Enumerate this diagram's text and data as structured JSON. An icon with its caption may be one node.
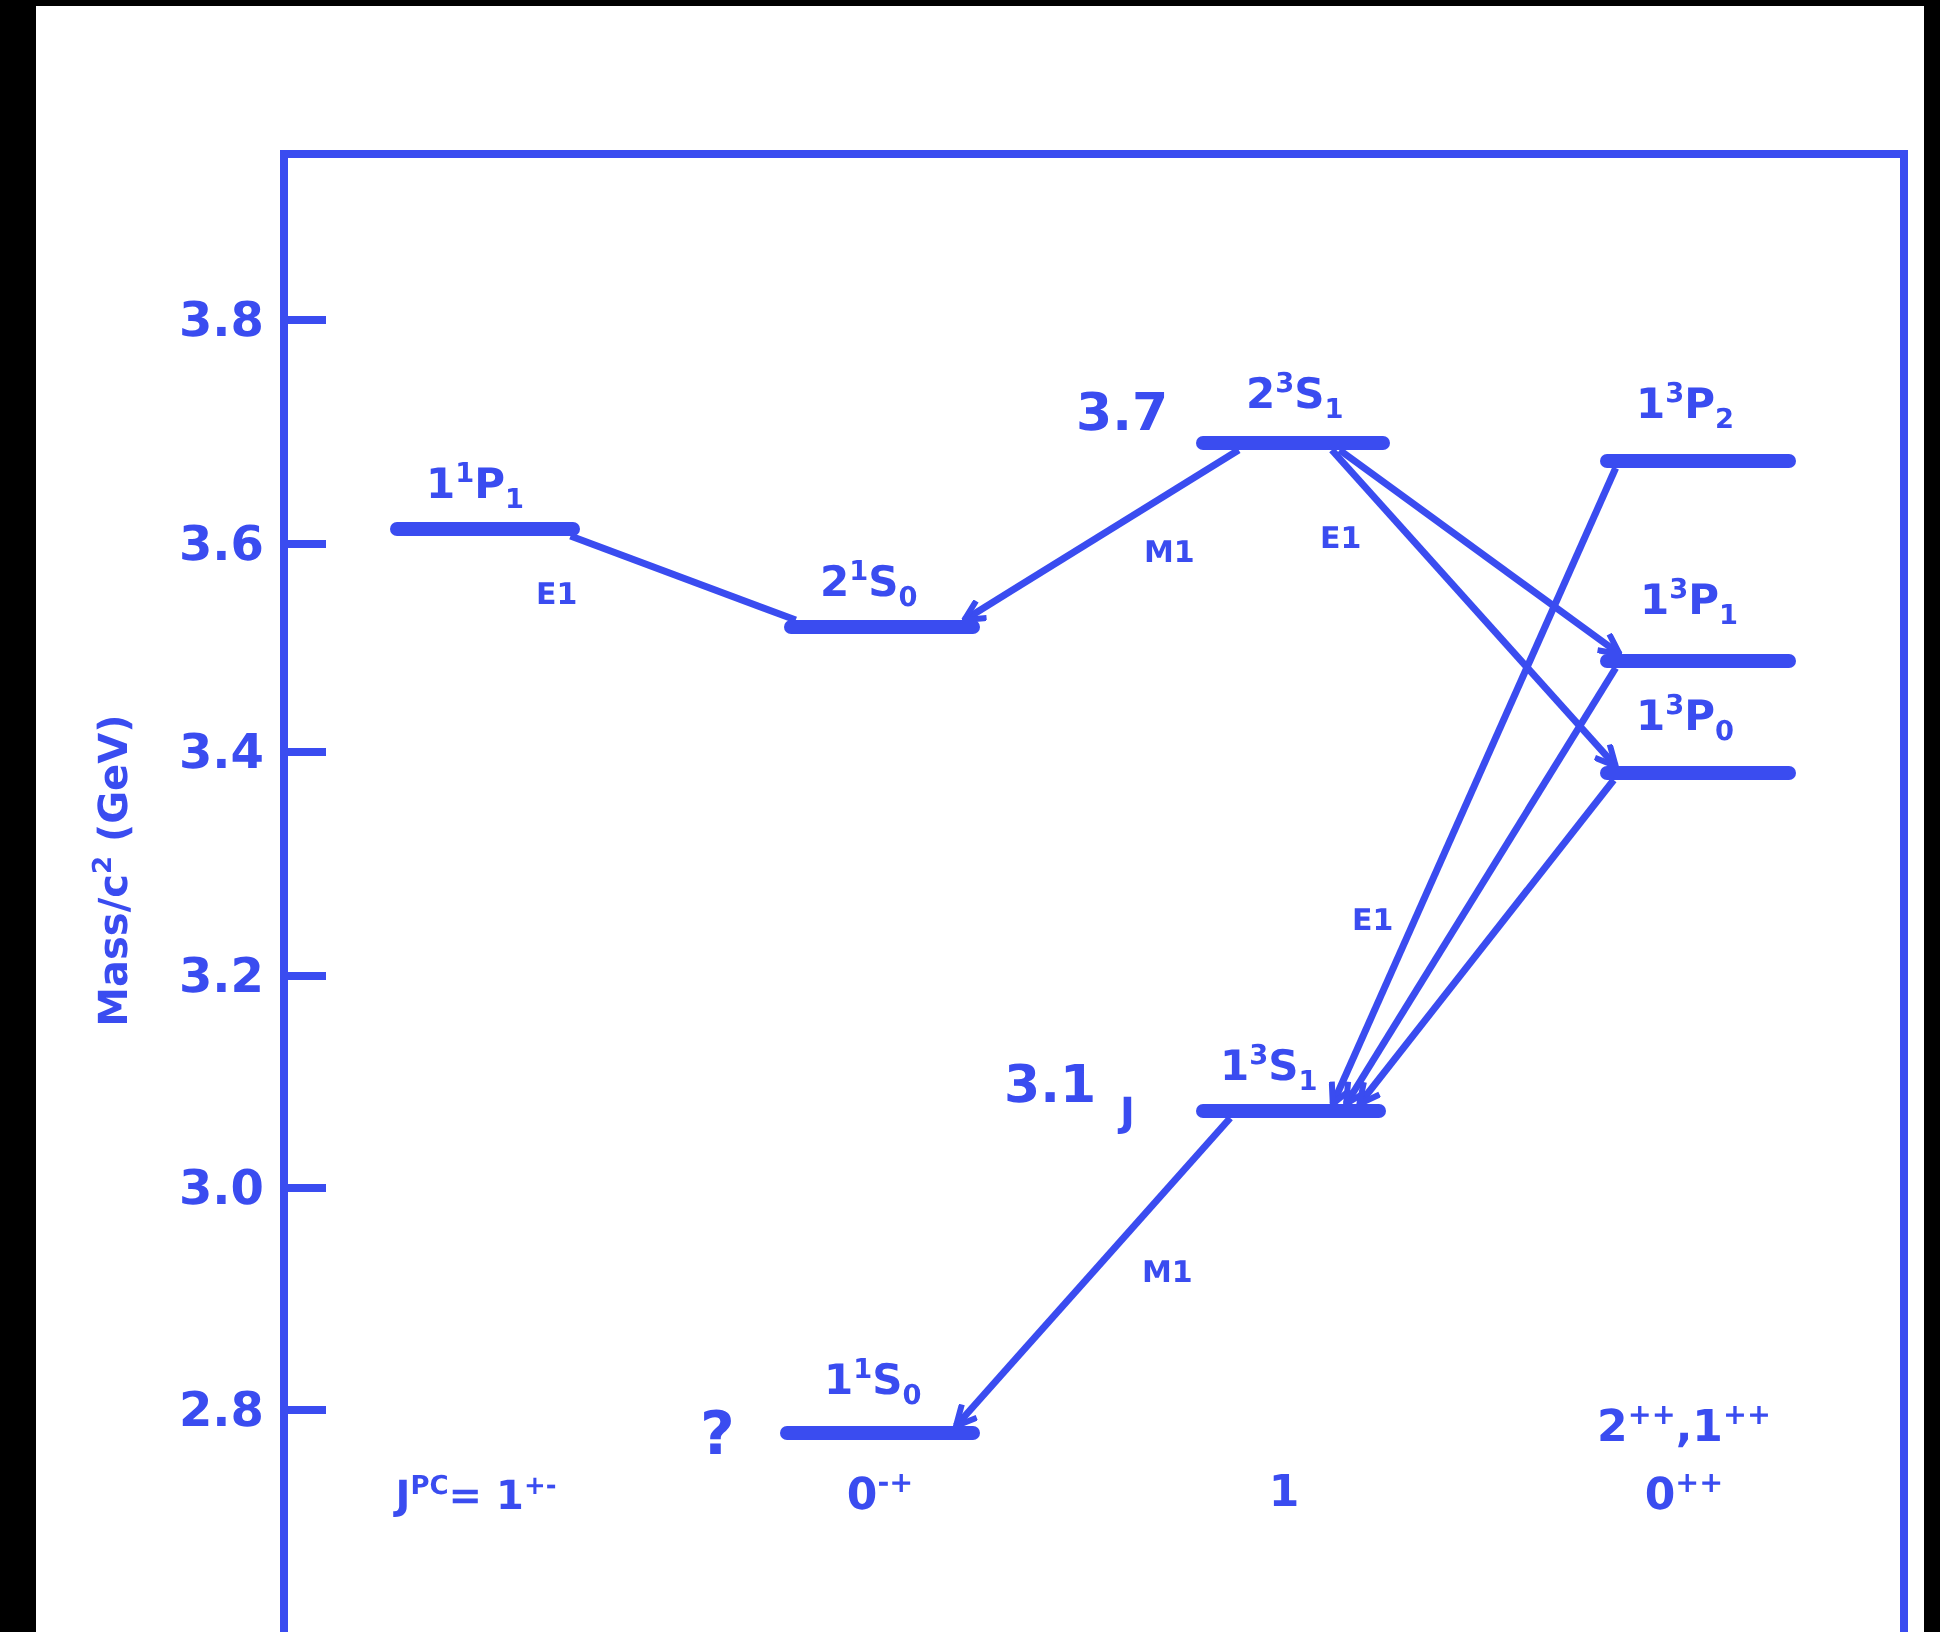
{
  "diagram": {
    "nodes": [
      {
        "text": [
          "1$^{1}$P$_{1}$"
        ]
      },
      {
        "text": [
          "2$^{1}$S$_{0}$"
        ]
      },
      {
        "text": [
          "2$^{3}$S$_{1}$"
        ],
        "beside": [
          "3.7"
        ]
      },
      {
        "text": [
          "1$^{3}$P$_{2}$"
        ]
      },
      {
        "text": [
          "1$^{3}$P$_{1}$"
        ]
      },
      {
        "text": [
          "1$^{3}$P$_{0}$"
        ]
      },
      {
        "text": [
          "1$^{3}$S$_{1}$"
        ],
        "beside": [
          "3.1",
          "J"
        ]
      },
      {
        "text": [
          "1$^{1}$S$_{0}$"
        ],
        "beside": [
          "?"
        ]
      }
    ],
    "edges": [
      {
        "from": 0,
        "to": 1,
        "arrow": "none",
        "label": "E1"
      },
      {
        "from": 2,
        "to": 1,
        "arrow": "to",
        "label": "M1"
      },
      {
        "from": 2,
        "to": 4,
        "arrow": "to",
        "label": "E1"
      },
      {
        "from": 2,
        "to": 5,
        "arrow": "to"
      },
      {
        "from": 3,
        "to": 6,
        "arrow": "to",
        "label": "E1"
      },
      {
        "from": 4,
        "to": 6,
        "arrow": "to"
      },
      {
        "from": 5,
        "to": 6,
        "arrow": "to"
      },
      {
        "from": 6,
        "to": 7,
        "arrow": "to",
        "label": "M1"
      }
    ],
    "labels": [
      "3.8",
      "3.6",
      "3.4",
      "3.2",
      "3.0",
      "2.8",
      "Mass/c$^{2}$ (GeV)",
      "J$^{PC}$= 1$^{+-}$",
      "0$^{-+}$",
      "1",
      "2$^{++}$,1$^{++}$",
      "0$^{++}$"
    ]
  }
}
